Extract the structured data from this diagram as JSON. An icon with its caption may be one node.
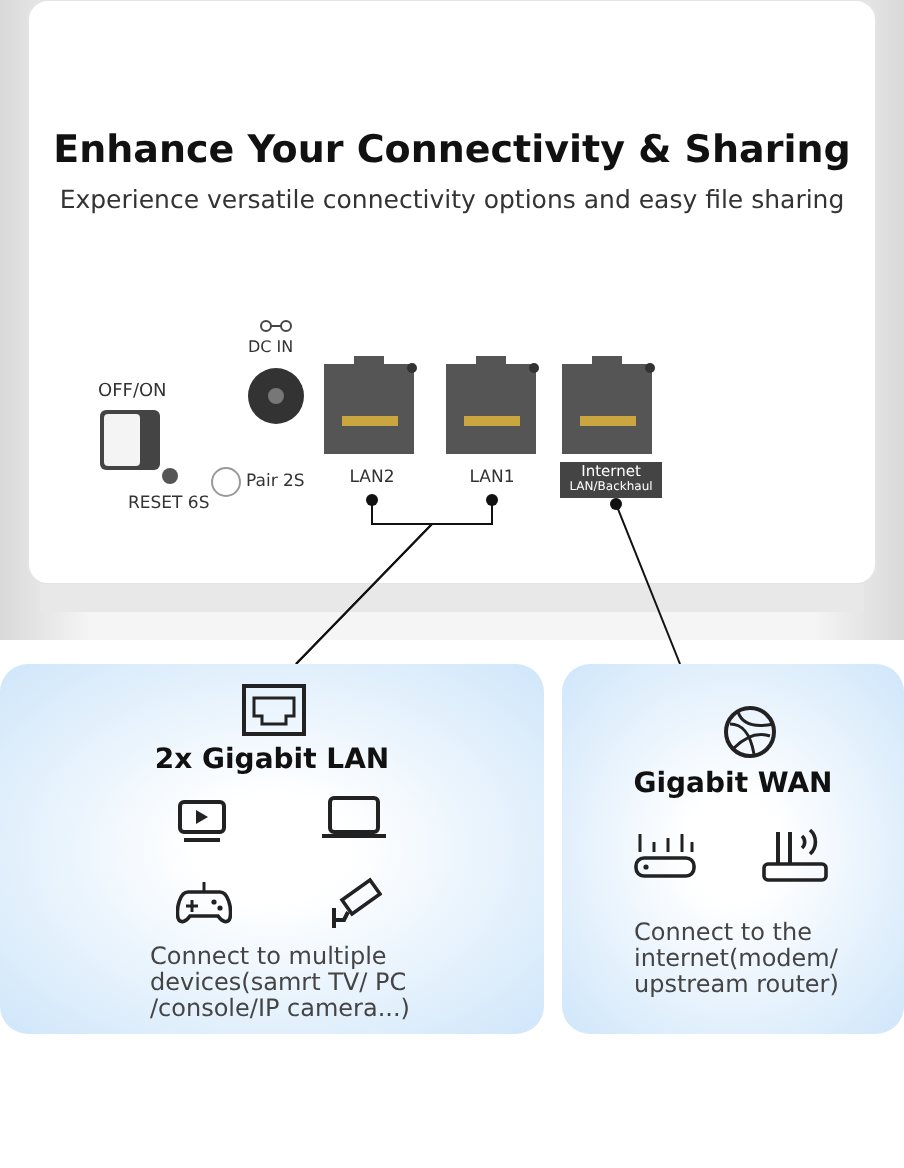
{
  "diagram": {
    "title": "Enhance Your Connectivity & Sharing",
    "nodes": [
      {
        "text": [
          "LAN2"
        ]
      },
      {
        "text": [
          "LAN1"
        ]
      },
      {
        "text": [
          "Internet",
          "LAN/Backhaul"
        ]
      },
      {
        "text": [
          "2x Gigabit LAN",
          "Connect to multiple devices(samrt TV/ PC /console/IP camera...)"
        ]
      },
      {
        "text": [
          "Gigabit WAN",
          "Connect to the internet(modem/ upstream router)"
        ]
      }
    ],
    "edges": [
      {
        "from": 0,
        "to": 3,
        "arrow": "other"
      },
      {
        "from": 1,
        "to": 3,
        "arrow": "other"
      },
      {
        "from": 2,
        "to": 4,
        "arrow": "other"
      }
    ],
    "labels": [
      "Experience versatile connectivity options and easy file sharing",
      "DC IN",
      "OFF/ON",
      "Pair 2S",
      "RESET 6S"
    ]
  }
}
